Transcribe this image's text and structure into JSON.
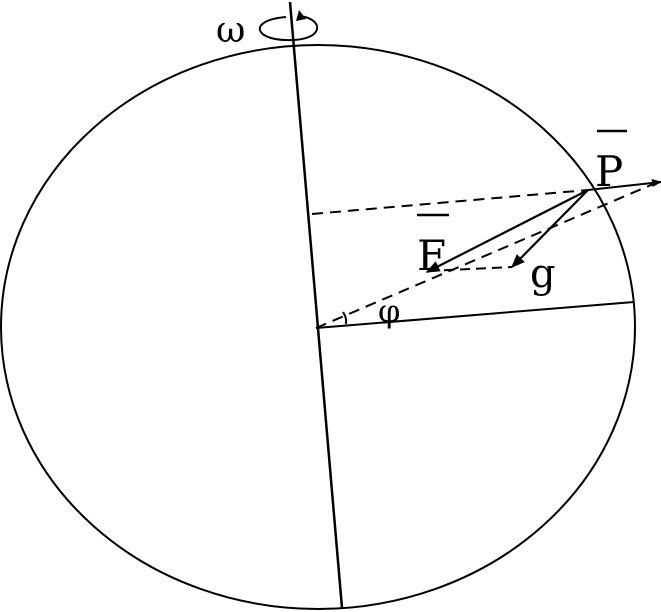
{
  "labels": {
    "omega": "ω",
    "P": "P",
    "F": "F",
    "g": "g",
    "phi": "φ"
  },
  "colors": {
    "stroke": "#000000",
    "background": "#ffffff"
  }
}
